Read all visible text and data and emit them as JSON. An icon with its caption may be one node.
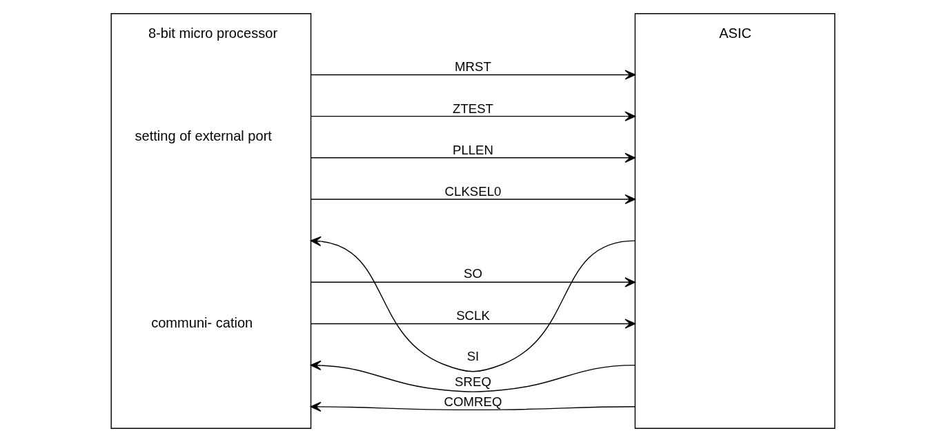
{
  "diagram": {
    "nodes": [
      {
        "text": [
          "8-bit micro processor",
          "setting of external port",
          "communi- cation"
        ]
      },
      {
        "text": [
          "ASIC"
        ]
      }
    ],
    "edges": [
      {
        "from": 0,
        "to": 1,
        "arrow": "to",
        "label": "MRST"
      },
      {
        "from": 0,
        "to": 1,
        "arrow": "to",
        "label": "ZTEST"
      },
      {
        "from": 0,
        "to": 1,
        "arrow": "to",
        "label": "PLLEN"
      },
      {
        "from": 0,
        "to": 1,
        "arrow": "to",
        "label": "CLKSEL0"
      },
      {
        "from": 1,
        "to": 0,
        "arrow": "to",
        "label": "SI"
      },
      {
        "from": 0,
        "to": 1,
        "arrow": "to",
        "label": "SO"
      },
      {
        "from": 0,
        "to": 1,
        "arrow": "to",
        "label": "SCLK"
      },
      {
        "from": 1,
        "to": 0,
        "arrow": "to",
        "label": "SREQ"
      },
      {
        "from": 1,
        "to": 0,
        "arrow": "to",
        "label": "COMREQ"
      }
    ]
  }
}
